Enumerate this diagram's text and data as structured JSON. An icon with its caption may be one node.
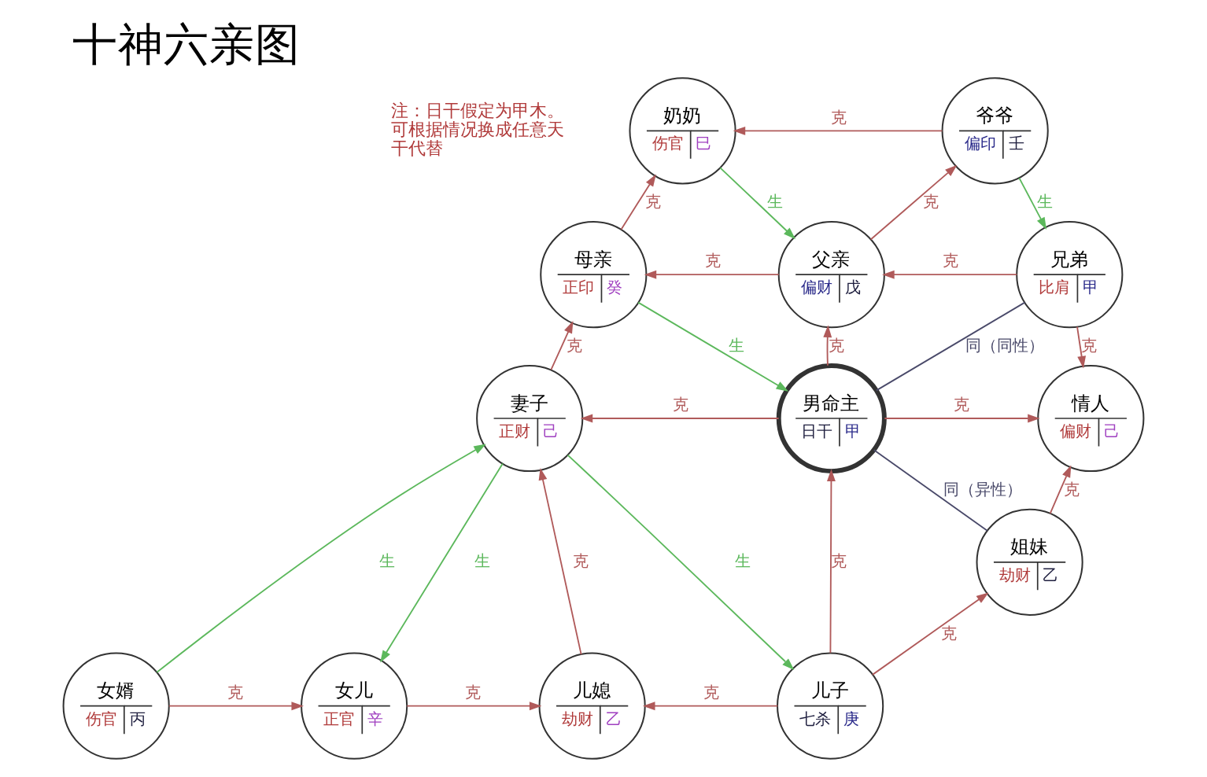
{
  "diagram": {
    "title": "十神六亲图",
    "nodes": [
      {
        "text": [
          "奶奶",
          "伤官",
          "巳"
        ]
      },
      {
        "text": [
          "爷爷",
          "偏印",
          "壬"
        ]
      },
      {
        "text": [
          "母亲",
          "正印",
          "癸"
        ]
      },
      {
        "text": [
          "父亲",
          "偏财",
          "戊"
        ]
      },
      {
        "text": [
          "兄弟",
          "比肩",
          "甲"
        ]
      },
      {
        "text": [
          "妻子",
          "正财",
          "己"
        ]
      },
      {
        "text": [
          "男命主",
          "日干",
          "甲"
        ]
      },
      {
        "text": [
          "情人",
          "偏财",
          "己"
        ]
      },
      {
        "text": [
          "姐妹",
          "劫财",
          "乙"
        ]
      },
      {
        "text": [
          "女婿",
          "伤官",
          "丙"
        ]
      },
      {
        "text": [
          "女儿",
          "正官",
          "辛"
        ]
      },
      {
        "text": [
          "儿媳",
          "劫财",
          "乙"
        ]
      },
      {
        "text": [
          "儿子",
          "七杀",
          "庚"
        ]
      }
    ],
    "edges": [
      {
        "from": 0,
        "to": 3,
        "arrow": "to",
        "label": "生",
        "color": "#5cb85c"
      },
      {
        "from": 1,
        "to": 0,
        "arrow": "to",
        "label": "克"
      },
      {
        "from": 1,
        "to": 4,
        "arrow": "to",
        "label": "生",
        "color": "#5cb85c"
      },
      {
        "from": 2,
        "to": 0,
        "arrow": "to",
        "label": "克"
      },
      {
        "from": 2,
        "to": 6,
        "arrow": "to",
        "label": "生",
        "color": "#5cb85c"
      },
      {
        "from": 3,
        "to": 1,
        "arrow": "to",
        "label": "克"
      },
      {
        "from": 3,
        "to": 2,
        "arrow": "to",
        "label": "克"
      },
      {
        "from": 4,
        "to": 3,
        "arrow": "to",
        "label": "克"
      },
      {
        "from": 4,
        "to": 7,
        "arrow": "to",
        "label": "克"
      },
      {
        "from": 5,
        "to": 2,
        "arrow": "to",
        "label": "克"
      },
      {
        "from": 5,
        "to": 10,
        "arrow": "to",
        "label": "生",
        "color": "#5cb85c"
      },
      {
        "from": 5,
        "to": 12,
        "arrow": "to",
        "label": "生",
        "color": "#5cb85c"
      },
      {
        "from": 6,
        "to": 3,
        "arrow": "to",
        "label": "克"
      },
      {
        "from": 6,
        "to": 4,
        "arrow": "none",
        "label": "同（同性）",
        "color": "#4a4a6a"
      },
      {
        "from": 6,
        "to": 5,
        "arrow": "to",
        "label": "克"
      },
      {
        "from": 6,
        "to": 7,
        "arrow": "to",
        "label": "克"
      },
      {
        "from": 6,
        "to": 8,
        "arrow": "none",
        "label": "同（异性）",
        "color": "#4a4a6a"
      },
      {
        "from": 8,
        "to": 7,
        "arrow": "to",
        "label": "克"
      },
      {
        "from": 9,
        "to": 5,
        "arrow": "to",
        "label": "生",
        "color": "#5cb85c"
      },
      {
        "from": 9,
        "to": 10,
        "arrow": "to",
        "label": "克"
      },
      {
        "from": 10,
        "to": 11,
        "arrow": "to",
        "label": "克"
      },
      {
        "from": 11,
        "to": 5,
        "arrow": "to",
        "label": "克"
      },
      {
        "from": 12,
        "to": 6,
        "arrow": "to",
        "label": "克"
      },
      {
        "from": 12,
        "to": 8,
        "arrow": "to",
        "label": "克"
      },
      {
        "from": 12,
        "to": 11,
        "arrow": "to",
        "label": "克"
      }
    ],
    "labels": [
      "注：日干假定为甲木。可根据情况换成任意天干代替"
    ]
  }
}
